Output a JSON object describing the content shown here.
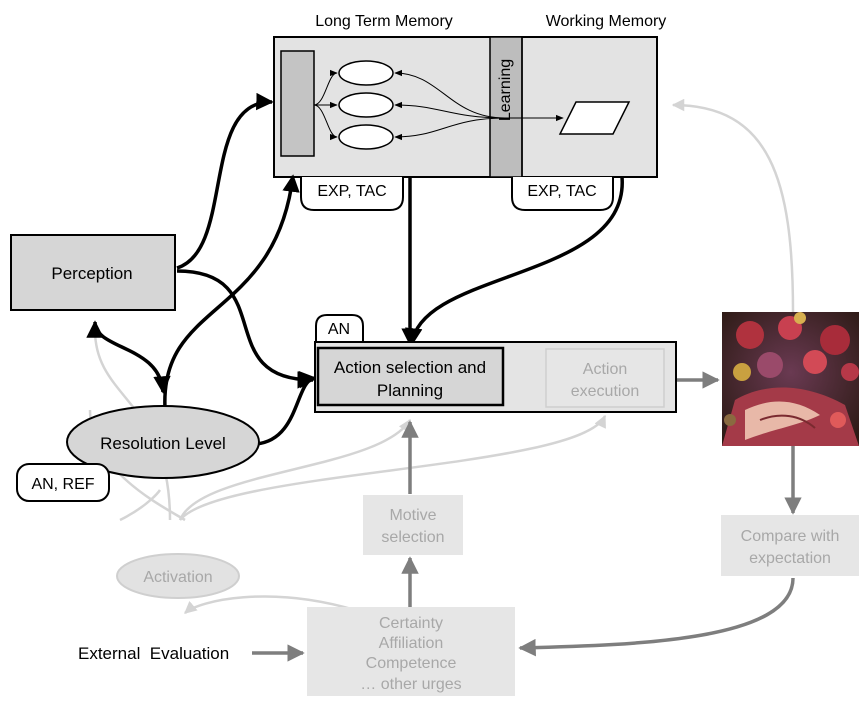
{
  "memory": {
    "long_term_label": "Long Term Memory",
    "working_label": "Working Memory",
    "learning_label": "Learning",
    "ltm_tag": "EXP, TAC",
    "wm_tag": "EXP, TAC"
  },
  "perception": {
    "label": "Perception"
  },
  "resolution": {
    "label": "Resolution Level",
    "tag": "AN, REF"
  },
  "action": {
    "tag": "AN",
    "selection_line1": "Action selection and",
    "selection_line2": "Planning",
    "execution_line1": "Action",
    "execution_line2": "execution"
  },
  "motive": {
    "line1": "Motive",
    "line2": "selection"
  },
  "compare": {
    "line1": "Compare with",
    "line2": "expectation"
  },
  "activation": {
    "label": "Activation"
  },
  "urges": {
    "line1": "Certainty",
    "line2": "Affiliation",
    "line3": "Competence",
    "line4": "… other urges"
  },
  "external": {
    "label": "External  Evaluation"
  },
  "colors": {
    "black": "#000000",
    "dark_gray": "#808080",
    "light_gray": "#d8d8d8",
    "faded_text": "#a8a8a8",
    "box_fill": "#e2e2e2"
  }
}
